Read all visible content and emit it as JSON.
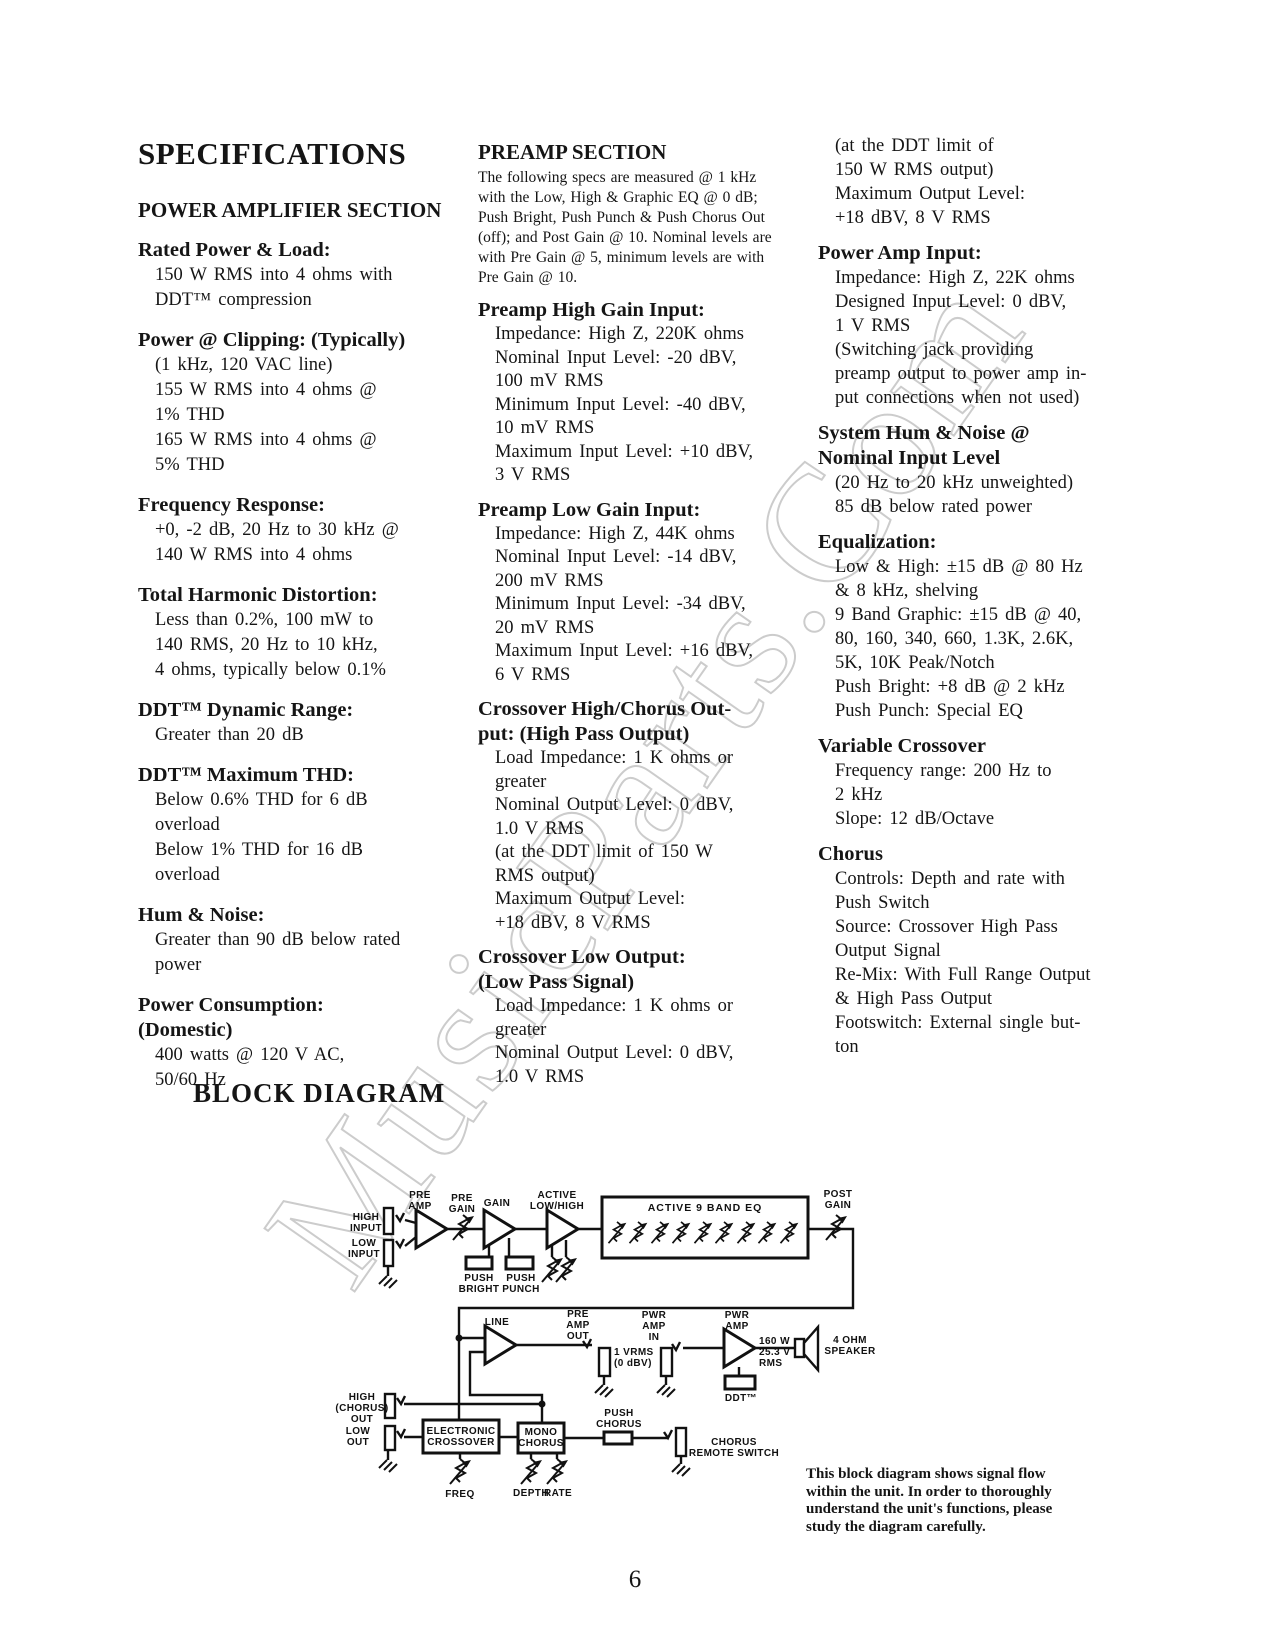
{
  "watermark": "MusicParts.Com",
  "page_number": "6",
  "col1": {
    "title": "SPECIFICATIONS",
    "section_heading": "POWER AMPLIFIER SECTION",
    "specs": [
      {
        "heading": "Rated Power & Load:",
        "lines": [
          "150 W RMS into 4 ohms with",
          "DDT™ compression"
        ]
      },
      {
        "heading": "Power @ Clipping: (Typically)",
        "lines": [
          "(1 kHz, 120 VAC line)",
          "155 W RMS into 4 ohms @",
          "1% THD",
          "165 W RMS into 4 ohms @",
          "5% THD"
        ]
      },
      {
        "heading": "Frequency Response:",
        "lines": [
          "+0, -2 dB, 20 Hz to 30 kHz @",
          "140 W RMS into 4 ohms"
        ]
      },
      {
        "heading": "Total Harmonic Distortion:",
        "lines": [
          "Less than 0.2%, 100 mW to",
          "140 RMS, 20 Hz to 10 kHz,",
          "4 ohms, typically below 0.1%"
        ]
      },
      {
        "heading": "DDT™ Dynamic Range:",
        "lines": [
          "Greater than 20 dB"
        ]
      },
      {
        "heading": "DDT™ Maximum THD:",
        "lines": [
          "Below 0.6% THD for 6 dB",
          "overload",
          "Below 1% THD for 16 dB",
          "overload"
        ]
      },
      {
        "heading": "Hum & Noise:",
        "lines": [
          "Greater than 90 dB below rated",
          "power"
        ]
      },
      {
        "heading": "Power Consumption:\n(Domestic)",
        "lines": [
          "400 watts @ 120 V AC,",
          "50/60 Hz"
        ]
      }
    ]
  },
  "col2": {
    "heading": "PREAMP SECTION",
    "intro": "The following specs are measured @ 1 kHz\nwith the Low, High & Graphic EQ @ 0 dB;\nPush Bright, Push Punch & Push Chorus Out\n(off); and Post Gain @ 10. Nominal levels are\nwith Pre Gain @ 5, minimum levels are with\nPre Gain @ 10.",
    "specs": [
      {
        "heading": "Preamp High Gain Input:",
        "lines": [
          "Impedance: High Z, 220K ohms",
          "Nominal Input Level: -20 dBV,",
          "100 mV RMS",
          "Minimum Input Level: -40 dBV,",
          "10 mV RMS",
          "Maximum Input Level: +10 dBV,",
          "3 V RMS"
        ]
      },
      {
        "heading": "Preamp Low Gain Input:",
        "lines": [
          "Impedance: High Z, 44K ohms",
          "Nominal Input Level: -14 dBV,",
          "200 mV RMS",
          "Minimum Input Level: -34 dBV,",
          "20 mV RMS",
          "Maximum Input Level: +16 dBV,",
          "6 V RMS"
        ]
      },
      {
        "heading": "Crossover High/Chorus Out-\nput: (High Pass Output)",
        "lines": [
          "Load Impedance: 1 K ohms or",
          "greater",
          "Nominal Output Level: 0 dBV,",
          "1.0 V RMS",
          "(at the DDT limit of 150 W",
          "RMS output)",
          "Maximum Output Level:",
          "+18 dBV, 8 V RMS"
        ]
      },
      {
        "heading": "Crossover Low Output:\n(Low Pass Signal)",
        "lines": [
          "Load Impedance: 1 K ohms or",
          "greater",
          "Nominal Output Level: 0 dBV,",
          "1.0 V RMS"
        ]
      }
    ]
  },
  "col3": {
    "continuation_lines": [
      "(at the DDT limit of",
      "150 W RMS output)",
      "Maximum Output Level:",
      "+18 dBV, 8 V RMS"
    ],
    "specs": [
      {
        "heading": "Power Amp Input:",
        "lines": [
          "Impedance: High Z, 22K ohms",
          "Designed Input Level: 0 dBV,",
          "1 V RMS",
          "(Switching jack providing",
          "preamp output to power amp in-",
          "put connections when not used)"
        ]
      },
      {
        "heading": "System Hum & Noise @\nNominal Input Level",
        "lines": [
          "(20 Hz to 20 kHz unweighted)",
          "85 dB below rated power"
        ]
      },
      {
        "heading": "Equalization:",
        "lines": [
          "Low & High: ±15 dB @ 80 Hz",
          "& 8 kHz, shelving",
          "9 Band Graphic: ±15 dB @ 40,",
          "80, 160, 340, 660, 1.3K, 2.6K,",
          "5K, 10K Peak/Notch",
          "Push Bright: +8 dB @ 2 kHz",
          "Push Punch: Special EQ"
        ]
      },
      {
        "heading": "Variable Crossover",
        "lines": [
          "Frequency range: 200 Hz to",
          "2 kHz",
          "Slope: 12 dB/Octave"
        ]
      },
      {
        "heading": "Chorus",
        "lines": [
          "Controls: Depth and rate with",
          "Push Switch",
          "Source: Crossover High Pass",
          "Output Signal",
          "Re-Mix: With Full Range Output",
          "& High Pass Output",
          "Footswitch: External single but-",
          "ton"
        ]
      }
    ]
  },
  "block_diagram": {
    "heading": "BLOCK DIAGRAM",
    "caption": "This block diagram shows signal flow\nwithin the unit. In order to thoroughly\nunderstand the unit's functions, please\nstudy the diagram carefully.",
    "labels": {
      "high_input": "HIGH\nINPUT",
      "low_input": "LOW\nINPUT",
      "pre_amp": "PRE\nAMP",
      "pre_gain": "PRE\nGAIN",
      "gain": "GAIN",
      "active_low_high": "ACTIVE\nLOW/HIGH",
      "push_bright": "PUSH\nBRIGHT",
      "push_punch": "PUSH\nPUNCH",
      "active_9_band_eq": "ACTIVE 9 BAND EQ",
      "post_gain": "POST\nGAIN",
      "line": "LINE",
      "pre_amp_out": "PRE\nAMP\nOUT",
      "vrms": "1 VRMS\n(0 dBV)",
      "pwr_amp_in": "PWR\nAMP\nIN",
      "pwr_amp": "PWR\nAMP",
      "output_rating": "160 W\n25.3 V\nRMS",
      "ddt": "DDT™",
      "speaker": "4 OHM\nSPEAKER",
      "high_chorus_out": "HIGH\n(CHORUS)\nOUT",
      "low_out": "LOW\nOUT",
      "electronic_crossover": "ELECTRONIC\nCROSSOVER",
      "mono_chorus": "MONO\nCHORUS",
      "push_chorus": "PUSH\nCHORUS",
      "chorus_remote_switch": "CHORUS\nREMOTE SWITCH",
      "freq": "FREQ",
      "depth": "DEPTH",
      "rate": "RATE"
    }
  }
}
